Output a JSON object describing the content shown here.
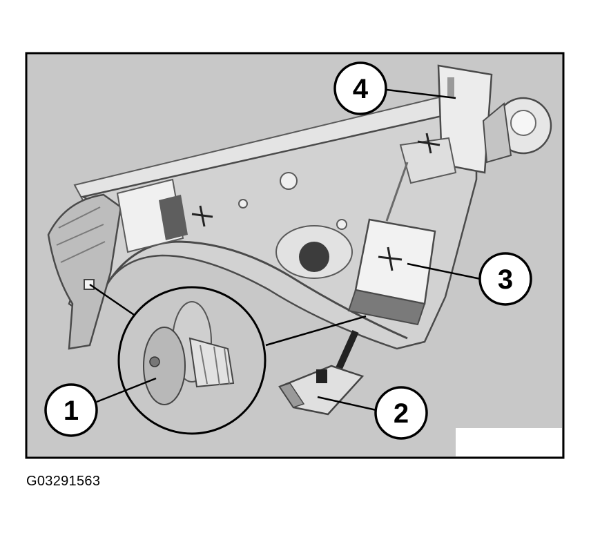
{
  "figure": {
    "figure_code": "G03291563",
    "callouts": [
      {
        "id": "1",
        "label": "1"
      },
      {
        "id": "2",
        "label": "2"
      },
      {
        "id": "3",
        "label": "3"
      },
      {
        "id": "4",
        "label": "4"
      }
    ]
  },
  "colors": {
    "frame_background": "#c8c8c8",
    "frame_border": "#000000",
    "part_light": "#e8e8e8",
    "part_mid": "#bcbcbc",
    "part_dark": "#6e6e6e",
    "callout_fill": "#ffffff",
    "callout_stroke": "#000000",
    "corner_patch": "#ffffff"
  }
}
